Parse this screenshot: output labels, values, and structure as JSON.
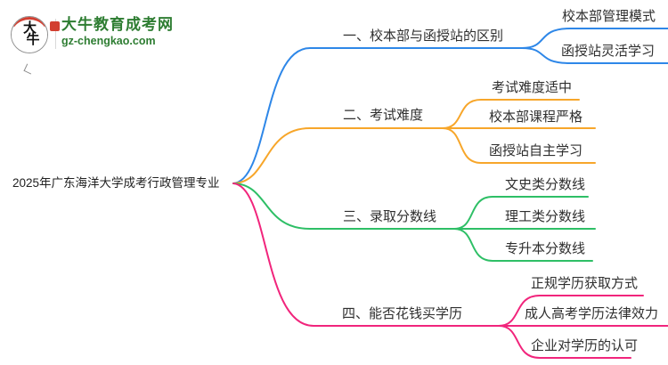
{
  "logo": {
    "title": "大牛教育成考网",
    "url": "gz-chengkao.com",
    "icon_chars_1": "大",
    "icon_chars_2": "牛",
    "brand_green": "#2e7d32",
    "brand_red": "#d23f31"
  },
  "icons": {
    "logo_icon": "speech-bubble-with-red-hat-and-seal"
  },
  "root": {
    "label": "2025年广东海洋大学成考行政管理专业"
  },
  "branches": [
    {
      "label": "一、校本部与函授站的区别",
      "color": "#2e87e8",
      "children": [
        "校本部管理模式",
        "函授站灵活学习"
      ]
    },
    {
      "label": "二、考试难度",
      "color": "#f7a62a",
      "children": [
        "考试难度适中",
        "校本部课程严格",
        "函授站自主学习"
      ]
    },
    {
      "label": "三、录取分数线",
      "color": "#2ebf66",
      "children": [
        "文史类分数线",
        "理工类分数线",
        "专升本分数线"
      ]
    },
    {
      "label": "四、能否花钱买学历",
      "color": "#f1257c",
      "children": [
        "正规学历获取方式",
        "成人高考学历法律效力",
        "企业对学历的认可"
      ]
    }
  ]
}
